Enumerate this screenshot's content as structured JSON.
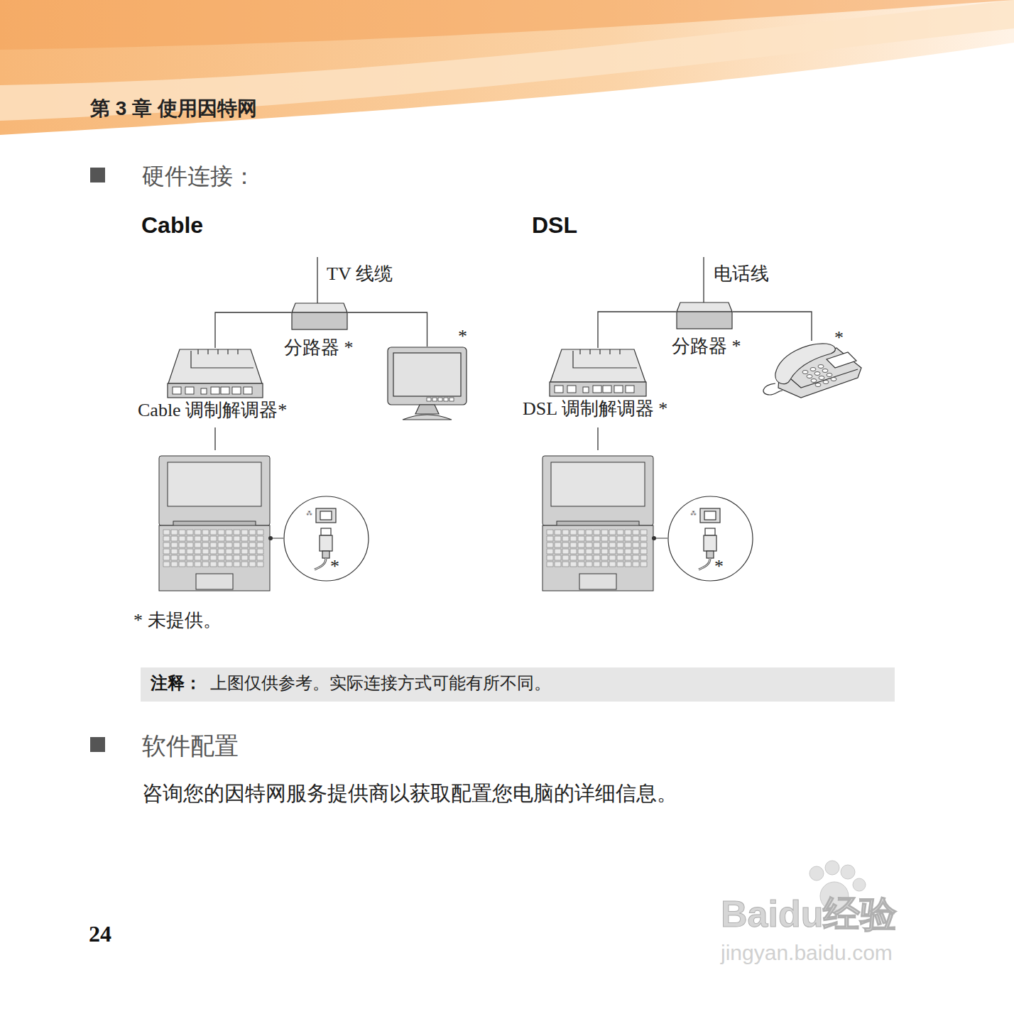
{
  "diagram": {
    "nodes": [
      {
        "text": [
          "分路器 *"
        ]
      },
      {
        "text": [
          "Cable 调制解调器*"
        ]
      },
      {
        "text": [
          "*"
        ]
      },
      {
        "text": [
          "*"
        ]
      },
      {
        "text": [
          "分路器 *"
        ]
      },
      {
        "text": [
          "DSL 调制解调器 *"
        ]
      },
      {
        "text": [
          "*"
        ]
      },
      {
        "text": [
          "*"
        ]
      }
    ],
    "edges": [
      {
        "from": 0,
        "to": 1,
        "arrow": "none"
      },
      {
        "from": 0,
        "to": 2,
        "arrow": "none"
      },
      {
        "from": 4,
        "to": 5,
        "arrow": "none"
      },
      {
        "from": 4,
        "to": 6,
        "arrow": "none"
      }
    ],
    "labels": [
      "第 3 章 使用因特网",
      "硬件连接：",
      "Cable",
      "DSL",
      "TV 线缆",
      "电话线",
      "* 未提供。",
      "注释：",
      "上图仅供参考。实际连接方式可能有所不同。",
      "软件配置",
      "咨询您的因特网服务提供商以获取配置您电脑的详细信息。",
      "24",
      "Baidu经验",
      "jingyan.baidu.com"
    ]
  }
}
